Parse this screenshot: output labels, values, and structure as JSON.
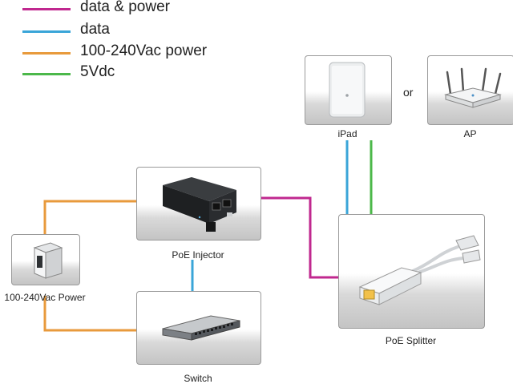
{
  "legend": [
    {
      "label": "data & power",
      "color": "#c0288f"
    },
    {
      "label": "data",
      "color": "#3aa5d8"
    },
    {
      "label": "100-240Vac power",
      "color": "#e89a3c"
    },
    {
      "label": "5Vdc",
      "color": "#4cb84a"
    }
  ],
  "devices": {
    "ipad": {
      "label": "iPad",
      "icon": "tablet-icon"
    },
    "or_text": "or",
    "ap": {
      "label": "AP",
      "icon": "wireless-access-point-icon"
    },
    "injector": {
      "label": "PoE Injector",
      "icon": "poe-injector-icon"
    },
    "power": {
      "label": "100-240Vac Power",
      "icon": "ups-power-icon"
    },
    "switch": {
      "label": "Switch",
      "icon": "network-switch-icon"
    },
    "splitter": {
      "label": "PoE Splitter",
      "icon": "poe-splitter-icon"
    }
  }
}
